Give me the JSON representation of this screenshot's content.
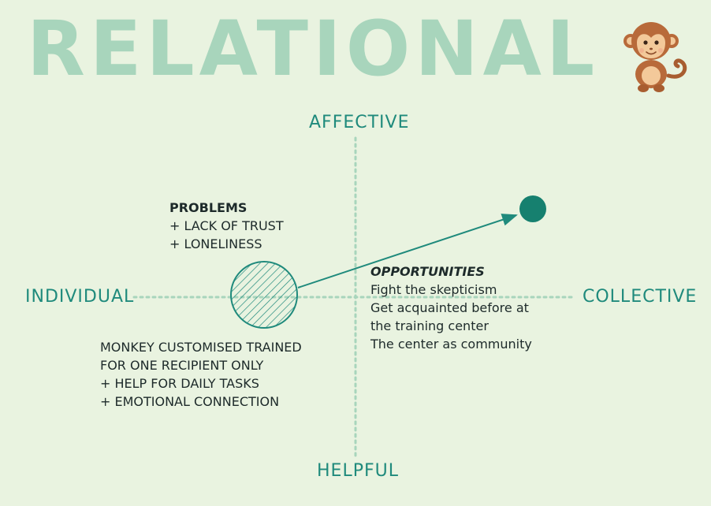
{
  "title": "RELATIONAL",
  "axes": {
    "top": "AFFECTIVE",
    "bottom": "HELPFUL",
    "left": "INDIVIDUAL",
    "right": "COLLECTIVE"
  },
  "problems": {
    "heading": "PROBLEMS",
    "items": [
      "+ LACK OF TRUST",
      "+ LONELINESS"
    ]
  },
  "opportunities": {
    "heading": "OPPORTUNITIES",
    "items": [
      "Fight the skepticism",
      "Get acquainted before at",
      "the training center",
      "The center as community"
    ]
  },
  "current_state": {
    "lines": [
      "MONKEY CUSTOMISED TRAINED",
      "FOR ONE RECIPIENT ONLY",
      "+ HELP FOR DAILY TASKS",
      "+ EMOTIONAL CONNECTION"
    ]
  },
  "colors": {
    "background": "#e9f3e0",
    "title": "#a8d5bc",
    "accent": "#1f8a7c",
    "target_dot": "#16806f",
    "axis_dots": "#a8d5bc",
    "text": "#1d2a2a",
    "monkey_fur": "#b86a3a",
    "monkey_face": "#f3c99a"
  },
  "icons": {
    "mascot": "monkey-icon"
  }
}
